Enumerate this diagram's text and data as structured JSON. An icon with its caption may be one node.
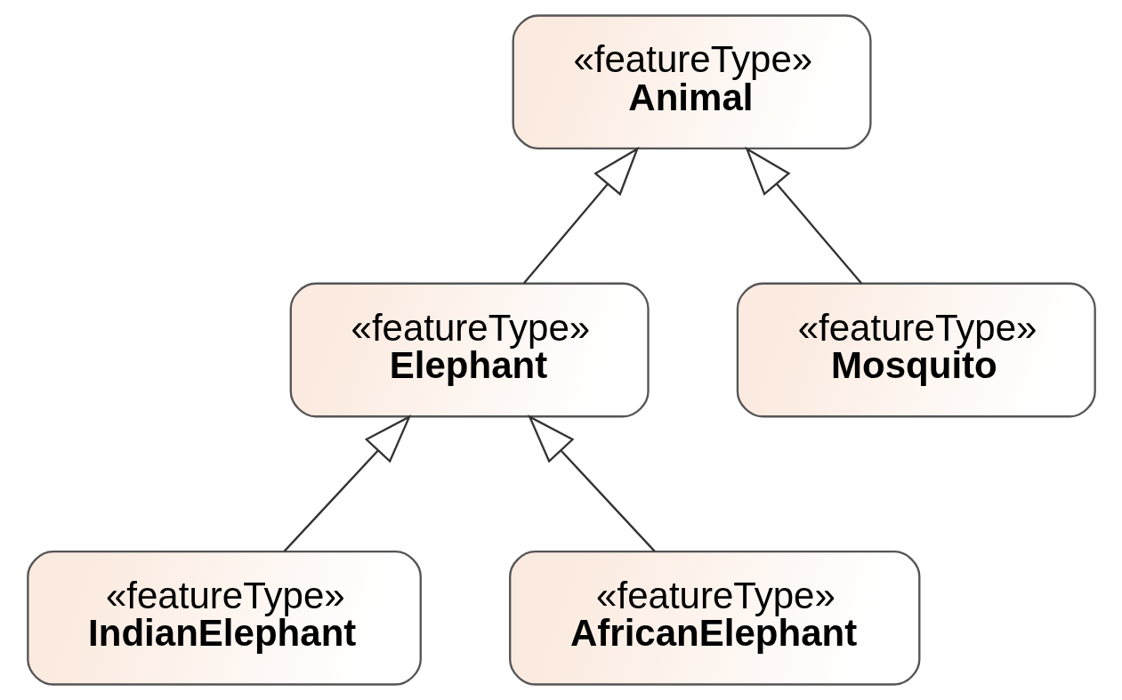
{
  "diagram": {
    "nodes": [
      {
        "text": [
          "«featureType»",
          "Animal"
        ]
      },
      {
        "text": [
          "«featureType»",
          "Elephant"
        ]
      },
      {
        "text": [
          "«featureType»",
          "Mosquito"
        ]
      },
      {
        "text": [
          "«featureType»",
          "IndianElephant"
        ]
      },
      {
        "text": [
          "«featureType»",
          "AfricanElephant"
        ]
      }
    ],
    "edges": [
      {
        "from": 1,
        "to": 0,
        "arrow": "to"
      },
      {
        "from": 2,
        "to": 0,
        "arrow": "to"
      },
      {
        "from": 3,
        "to": 1,
        "arrow": "to"
      },
      {
        "from": 4,
        "to": 1,
        "arrow": "to"
      }
    ]
  }
}
